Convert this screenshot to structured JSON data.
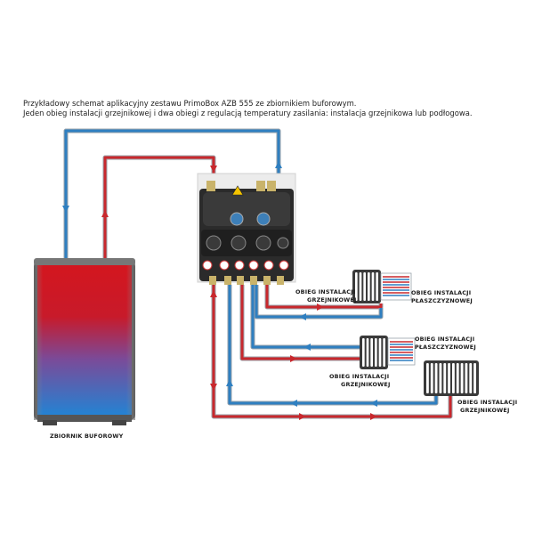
{
  "caption": {
    "line1": "Przykładowy schemat aplikacyjny zestawu PrimoBox AZB 555 ze zbiornikiem buforowym.",
    "line2": "Jeden obieg instalacji grzejnikowej i dwa obiegi z regulacją temperatury zasilania: instalacja grzejnikowa lub podłogowa."
  },
  "tank": {
    "label": "ZBIORNIK BUFOROWY"
  },
  "circuits": [
    {
      "line1": "OBIEG INSTALACJI",
      "line2": "GRZEJNIKOWEJ"
    },
    {
      "line1": "OBIEG INSTALACJI",
      "line2": "PŁASZCZYZNOWEJ"
    },
    {
      "line1": "OBIEG INSTALACJI",
      "line2": "PŁASZCZYZNOWEJ"
    },
    {
      "line1": "OBIEG INSTALACJI",
      "line2": "GRZEJNIKOWEJ"
    },
    {
      "line1": "OBIEG INSTALACJI",
      "line2": "GRZEJNIKOWEJ"
    }
  ],
  "colors": {
    "hot": "#c8282d",
    "cold": "#2f7fc0",
    "pipe_edge": "#9aa3ab",
    "unit": "#2a2a2a"
  }
}
